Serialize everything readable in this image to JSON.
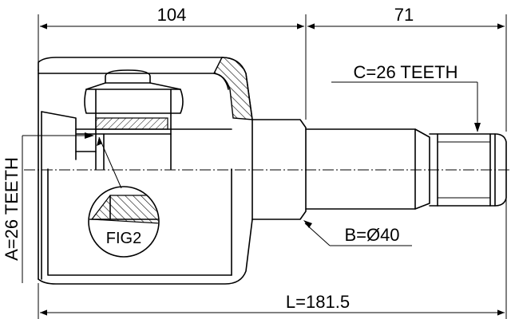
{
  "dimensions": {
    "housing_length": "104",
    "shaft_length": "71",
    "total_length": "L=181.5",
    "spline_c": "C=26 TEETH",
    "shaft_diameter": "B=Ø40",
    "spline_a": "A=26 TEETH"
  },
  "callouts": {
    "figure_label": "FIG2"
  }
}
